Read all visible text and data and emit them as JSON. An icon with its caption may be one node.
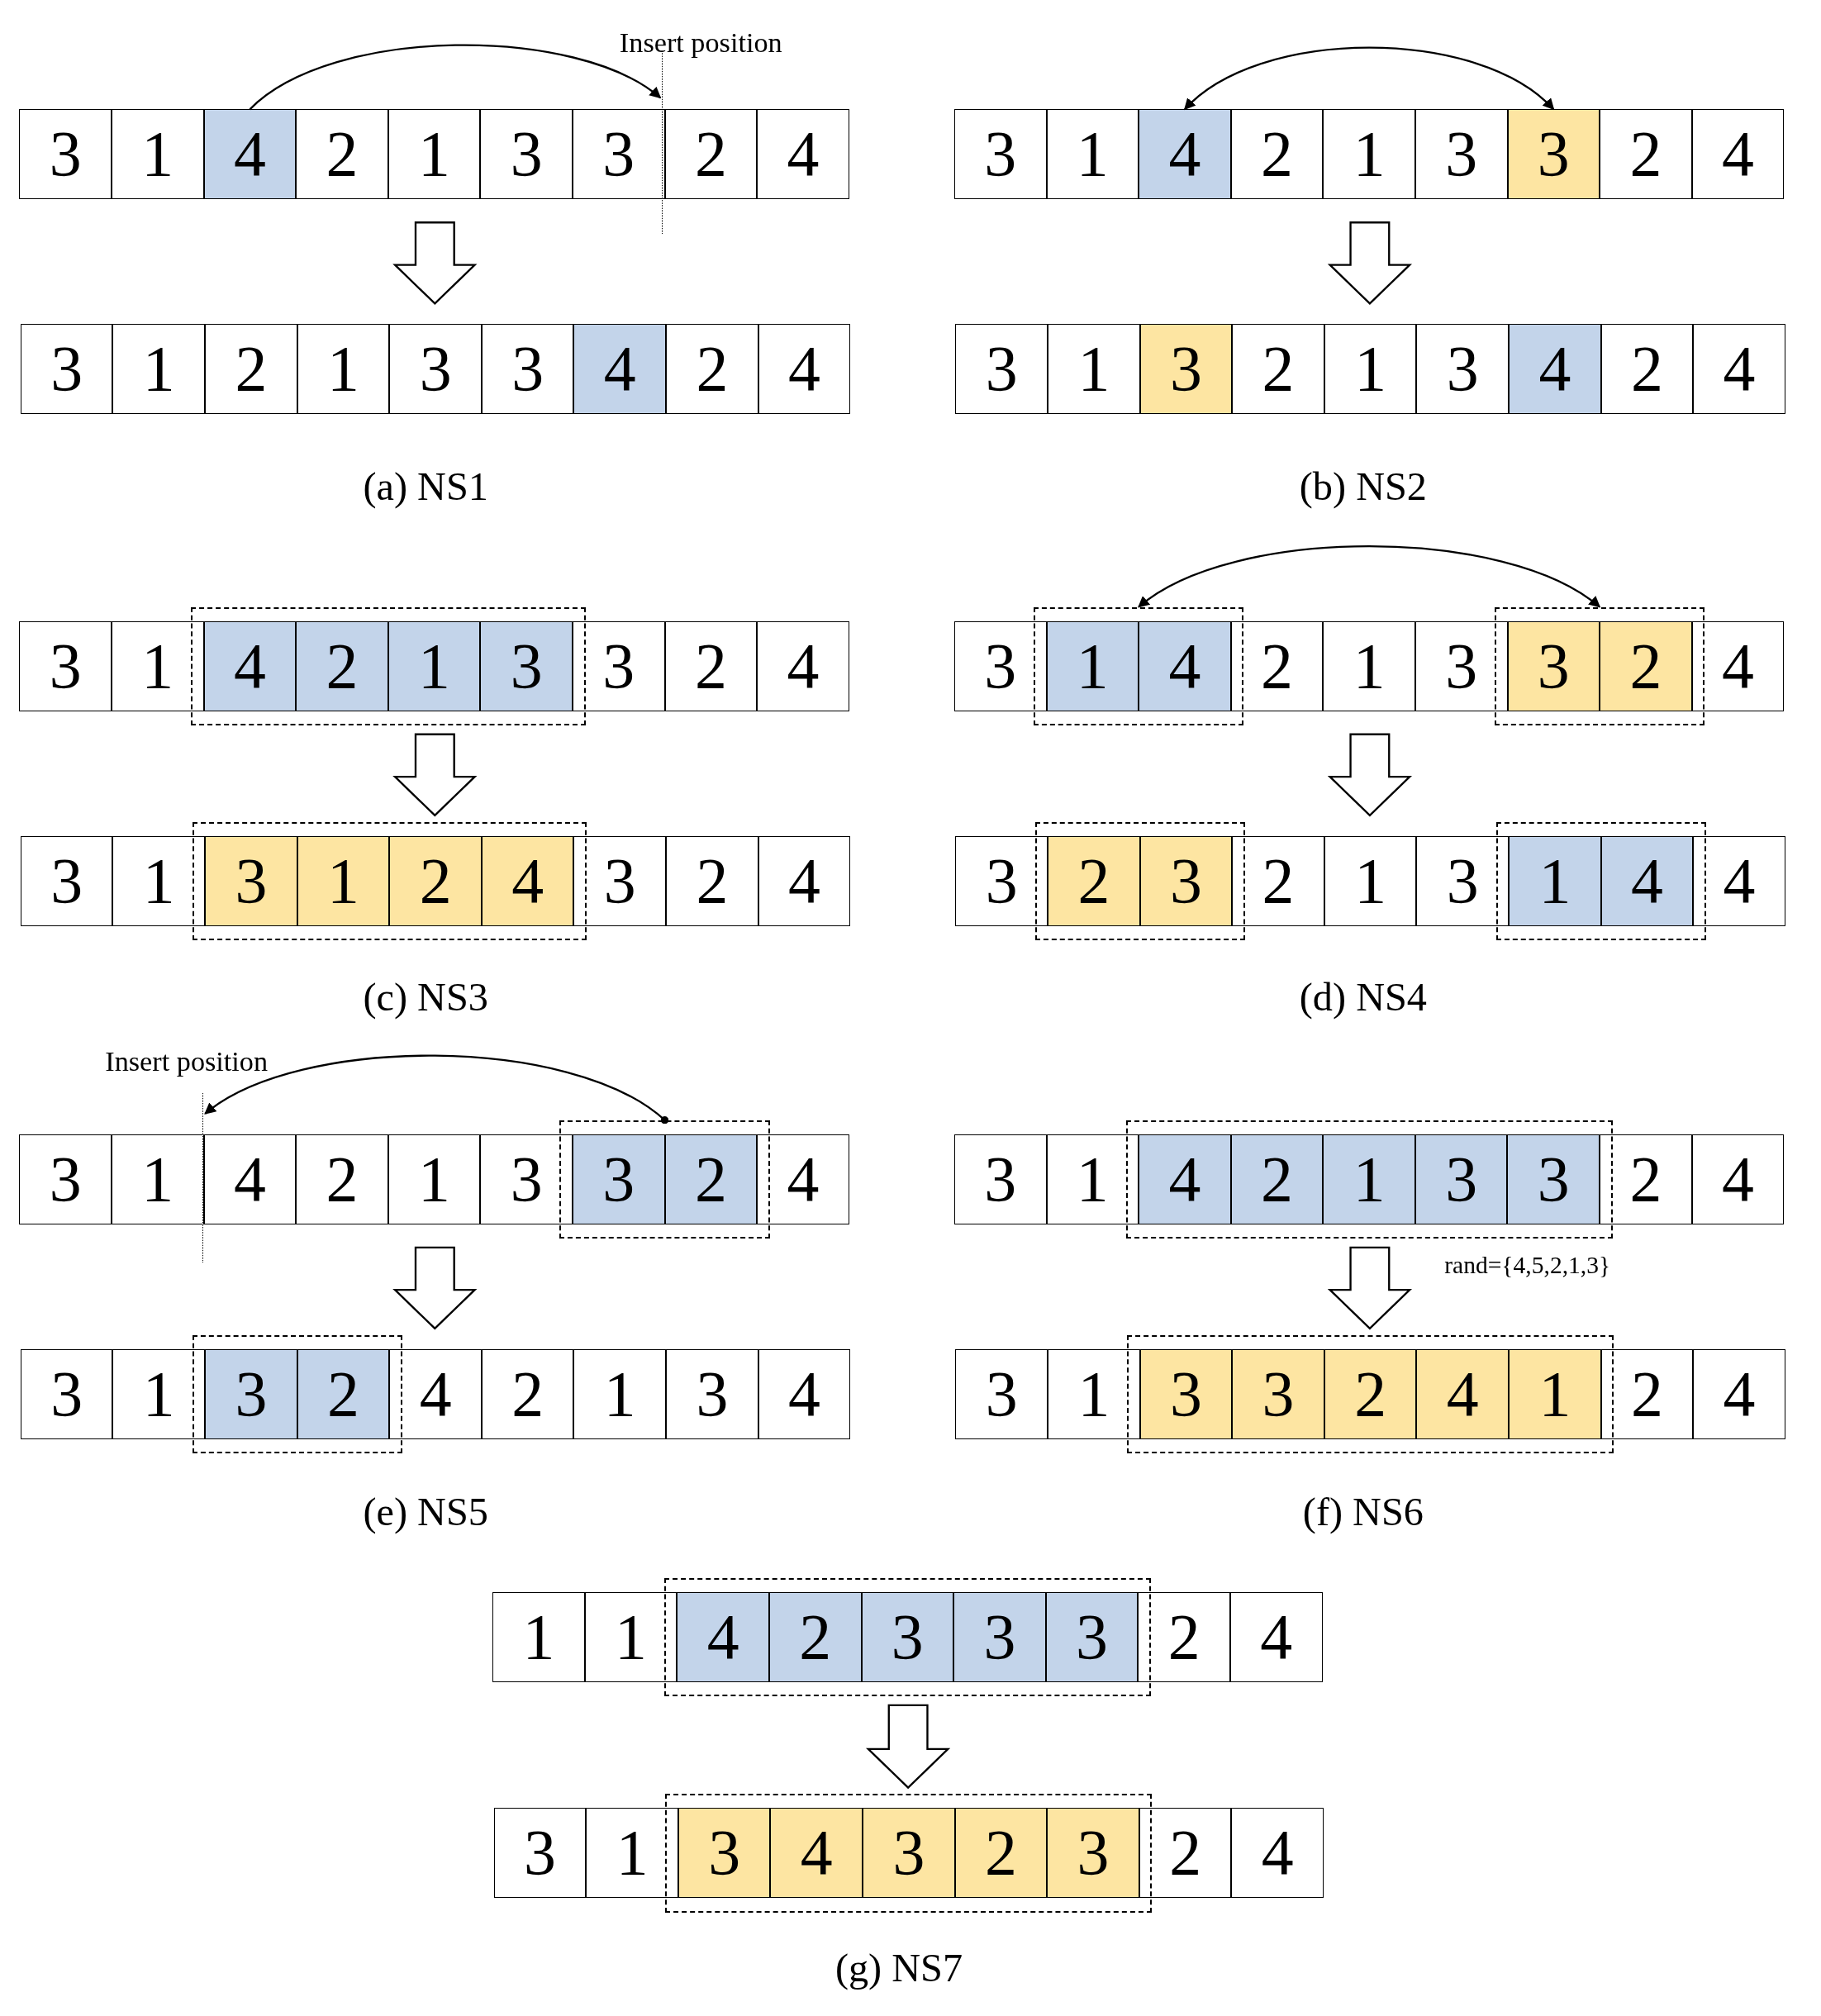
{
  "diagram": {
    "nodes": [
      {
        "text": [],
        "shape": "box"
      },
      {
        "text": [
          "3"
        ],
        "in": 0
      },
      {
        "text": [
          "1"
        ],
        "in": 0
      },
      {
        "text": [
          "4"
        ],
        "in": 0
      },
      {
        "text": [
          "2"
        ],
        "in": 0
      },
      {
        "text": [
          "1"
        ],
        "in": 0
      },
      {
        "text": [
          "3"
        ],
        "in": 0
      },
      {
        "text": [
          "3"
        ],
        "in": 0
      },
      {
        "text": [
          "2"
        ],
        "in": 0
      },
      {
        "text": [
          "4"
        ],
        "in": 0
      },
      {
        "text": [],
        "shape": "box"
      },
      {
        "text": [
          "3"
        ],
        "in": 10
      },
      {
        "text": [
          "1"
        ],
        "in": 10
      },
      {
        "text": [
          "2"
        ],
        "in": 10
      },
      {
        "text": [
          "1"
        ],
        "in": 10
      },
      {
        "text": [
          "3"
        ],
        "in": 10
      },
      {
        "text": [
          "3"
        ],
        "in": 10
      },
      {
        "text": [
          "4"
        ],
        "in": 10
      },
      {
        "text": [
          "2"
        ],
        "in": 10
      },
      {
        "text": [
          "4"
        ],
        "in": 10
      },
      {
        "text": [],
        "shape": "box"
      },
      {
        "text": [
          "3"
        ],
        "in": 20
      },
      {
        "text": [
          "1"
        ],
        "in": 20
      },
      {
        "text": [
          "4"
        ],
        "in": 20
      },
      {
        "text": [
          "2"
        ],
        "in": 20
      },
      {
        "text": [
          "1"
        ],
        "in": 20
      },
      {
        "text": [
          "3"
        ],
        "in": 20
      },
      {
        "text": [
          "3"
        ],
        "in": 20
      },
      {
        "text": [
          "2"
        ],
        "in": 20
      },
      {
        "text": [
          "4"
        ],
        "in": 20
      },
      {
        "text": [],
        "shape": "box"
      },
      {
        "text": [
          "3"
        ],
        "in": 30
      },
      {
        "text": [
          "1"
        ],
        "in": 30
      },
      {
        "text": [
          "3"
        ],
        "in": 30
      },
      {
        "text": [
          "2"
        ],
        "in": 30
      },
      {
        "text": [
          "1"
        ],
        "in": 30
      },
      {
        "text": [
          "3"
        ],
        "in": 30
      },
      {
        "text": [
          "4"
        ],
        "in": 30
      },
      {
        "text": [
          "2"
        ],
        "in": 30
      },
      {
        "text": [
          "4"
        ],
        "in": 30
      },
      {
        "text": [],
        "shape": "box"
      },
      {
        "text": [
          "3"
        ],
        "in": 40
      },
      {
        "text": [
          "1"
        ],
        "in": 40
      },
      {
        "text": [],
        "shape": "box",
        "in": 40
      },
      {
        "text": [
          "4"
        ],
        "in": 43
      },
      {
        "text": [
          "2"
        ],
        "in": 43
      },
      {
        "text": [
          "1"
        ],
        "in": 43
      },
      {
        "text": [
          "3"
        ],
        "in": 43
      },
      {
        "text": [
          "3"
        ],
        "in": 40
      },
      {
        "text": [
          "2"
        ],
        "in": 40
      },
      {
        "text": [
          "4"
        ],
        "in": 40
      },
      {
        "text": [],
        "shape": "box"
      },
      {
        "text": [
          "3"
        ],
        "in": 51
      },
      {
        "text": [
          "1"
        ],
        "in": 51
      },
      {
        "text": [],
        "shape": "box",
        "in": 51
      },
      {
        "text": [
          "3"
        ],
        "in": 54
      },
      {
        "text": [
          "1"
        ],
        "in": 54
      },
      {
        "text": [
          "2"
        ],
        "in": 54
      },
      {
        "text": [
          "4"
        ],
        "in": 54
      },
      {
        "text": [
          "3"
        ],
        "in": 51
      },
      {
        "text": [
          "2"
        ],
        "in": 51
      },
      {
        "text": [
          "4"
        ],
        "in": 51
      },
      {
        "text": [],
        "shape": "box"
      },
      {
        "text": [
          "3"
        ],
        "in": 62
      },
      {
        "text": [],
        "shape": "box",
        "in": 62
      },
      {
        "text": [
          "1"
        ],
        "in": 64
      },
      {
        "text": [
          "4"
        ],
        "in": 64
      },
      {
        "text": [
          "2"
        ],
        "in": 62
      },
      {
        "text": [
          "1"
        ],
        "in": 62
      },
      {
        "text": [
          "3"
        ],
        "in": 62
      },
      {
        "text": [],
        "shape": "box",
        "in": 62
      },
      {
        "text": [
          "3"
        ],
        "in": 70
      },
      {
        "text": [
          "2"
        ],
        "in": 70
      },
      {
        "text": [
          "4"
        ],
        "in": 62
      },
      {
        "text": [],
        "shape": "box"
      },
      {
        "text": [
          "3"
        ],
        "in": 74
      },
      {
        "text": [],
        "shape": "box",
        "in": 74
      },
      {
        "text": [
          "2"
        ],
        "in": 76
      },
      {
        "text": [
          "3"
        ],
        "in": 76
      },
      {
        "text": [
          "2"
        ],
        "in": 74
      },
      {
        "text": [
          "1"
        ],
        "in": 74
      },
      {
        "text": [
          "3"
        ],
        "in": 74
      },
      {
        "text": [],
        "shape": "box",
        "in": 74
      },
      {
        "text": [
          "1"
        ],
        "in": 82
      },
      {
        "text": [
          "4"
        ],
        "in": 82
      },
      {
        "text": [
          "4"
        ],
        "in": 74
      },
      {
        "text": [],
        "shape": "box"
      },
      {
        "text": [
          "3"
        ],
        "in": 86
      },
      {
        "text": [
          "1"
        ],
        "in": 86
      },
      {
        "text": [
          "4"
        ],
        "in": 86
      },
      {
        "text": [
          "2"
        ],
        "in": 86
      },
      {
        "text": [
          "1"
        ],
        "in": 86
      },
      {
        "text": [
          "3"
        ],
        "in": 86
      },
      {
        "text": [],
        "shape": "box",
        "in": 86
      },
      {
        "text": [
          "3"
        ],
        "in": 93
      },
      {
        "text": [
          "2"
        ],
        "in": 93
      },
      {
        "text": [
          "4"
        ],
        "in": 86
      },
      {
        "text": [],
        "shape": "box"
      },
      {
        "text": [
          "3"
        ],
        "in": 97
      },
      {
        "text": [
          "1"
        ],
        "in": 97
      },
      {
        "text": [],
        "shape": "box",
        "in": 97
      },
      {
        "text": [
          "3"
        ],
        "in": 100
      },
      {
        "text": [
          "2"
        ],
        "in": 100
      },
      {
        "text": [
          "4"
        ],
        "in": 97
      },
      {
        "text": [
          "2"
        ],
        "in": 97
      },
      {
        "text": [
          "1"
        ],
        "in": 97
      },
      {
        "text": [
          "3"
        ],
        "in": 97
      },
      {
        "text": [
          "4"
        ],
        "in": 97
      },
      {
        "text": [],
        "shape": "box"
      },
      {
        "text": [
          "3"
        ],
        "in": 108
      },
      {
        "text": [
          "1"
        ],
        "in": 108
      },
      {
        "text": [],
        "shape": "box",
        "in": 108
      },
      {
        "text": [
          "4"
        ],
        "in": 111
      },
      {
        "text": [
          "2"
        ],
        "in": 111
      },
      {
        "text": [
          "1"
        ],
        "in": 111
      },
      {
        "text": [
          "3"
        ],
        "in": 111
      },
      {
        "text": [
          "3"
        ],
        "in": 111
      },
      {
        "text": [
          "2"
        ],
        "in": 108
      },
      {
        "text": [
          "4"
        ],
        "in": 108
      },
      {
        "text": [],
        "shape": "box"
      },
      {
        "text": [
          "3"
        ],
        "in": 119
      },
      {
        "text": [
          "1"
        ],
        "in": 119
      },
      {
        "text": [],
        "shape": "box",
        "in": 119
      },
      {
        "text": [
          "3"
        ],
        "in": 122
      },
      {
        "text": [
          "3"
        ],
        "in": 122
      },
      {
        "text": [
          "2"
        ],
        "in": 122
      },
      {
        "text": [
          "4"
        ],
        "in": 122
      },
      {
        "text": [
          "1"
        ],
        "in": 122
      },
      {
        "text": [
          "2"
        ],
        "in": 119
      },
      {
        "text": [
          "4"
        ],
        "in": 119
      },
      {
        "text": [],
        "shape": "box"
      },
      {
        "text": [
          "1"
        ],
        "in": 130
      },
      {
        "text": [
          "1"
        ],
        "in": 130
      },
      {
        "text": [],
        "shape": "box",
        "in": 130
      },
      {
        "text": [
          "4"
        ],
        "in": 133
      },
      {
        "text": [
          "2"
        ],
        "in": 133
      },
      {
        "text": [
          "3"
        ],
        "in": 133
      },
      {
        "text": [
          "3"
        ],
        "in": 133
      },
      {
        "text": [
          "3"
        ],
        "in": 133
      },
      {
        "text": [
          "2"
        ],
        "in": 130
      },
      {
        "text": [
          "4"
        ],
        "in": 130
      },
      {
        "text": [],
        "shape": "box"
      },
      {
        "text": [
          "3"
        ],
        "in": 141
      },
      {
        "text": [
          "1"
        ],
        "in": 141
      },
      {
        "text": [],
        "shape": "box",
        "in": 141
      },
      {
        "text": [
          "3"
        ],
        "in": 144
      },
      {
        "text": [
          "4"
        ],
        "in": 144
      },
      {
        "text": [
          "3"
        ],
        "in": 144
      },
      {
        "text": [
          "2"
        ],
        "in": 144
      },
      {
        "text": [
          "3"
        ],
        "in": 144
      },
      {
        "text": [
          "2"
        ],
        "in": 141
      },
      {
        "text": [
          "4"
        ],
        "in": 141
      },
      {
        "text": [],
        "shape": "line",
        "beside": [
          "Insert position"
        ]
      },
      {
        "text": [],
        "shape": "line",
        "beside": [
          "Insert position"
        ]
      }
    ],
    "edges": [
      {
        "from": 3,
        "to": 152,
        "arrow": "to"
      },
      {
        "from": 0,
        "to": 10,
        "arrow": "to"
      },
      {
        "from": 23,
        "to": 27,
        "arrow": "both"
      },
      {
        "from": 20,
        "to": 30,
        "arrow": "to"
      },
      {
        "from": 40,
        "to": 51,
        "arrow": "to"
      },
      {
        "from": 64,
        "to": 70,
        "arrow": "both"
      },
      {
        "from": 62,
        "to": 74,
        "arrow": "to"
      },
      {
        "from": 93,
        "to": 153,
        "arrow": "to"
      },
      {
        "from": 86,
        "to": 97,
        "arrow": "to"
      },
      {
        "from": 108,
        "to": 119,
        "arrow": "to",
        "label": "rand={4,5,2,1,3}"
      },
      {
        "from": 130,
        "to": 141,
        "arrow": "to"
      }
    ],
    "labels": [
      "(a) NS1",
      "(b) NS2",
      "(c) NS3",
      "(d) NS4",
      "(e) NS5",
      "(f) NS6",
      "(g) NS7"
    ]
  }
}
